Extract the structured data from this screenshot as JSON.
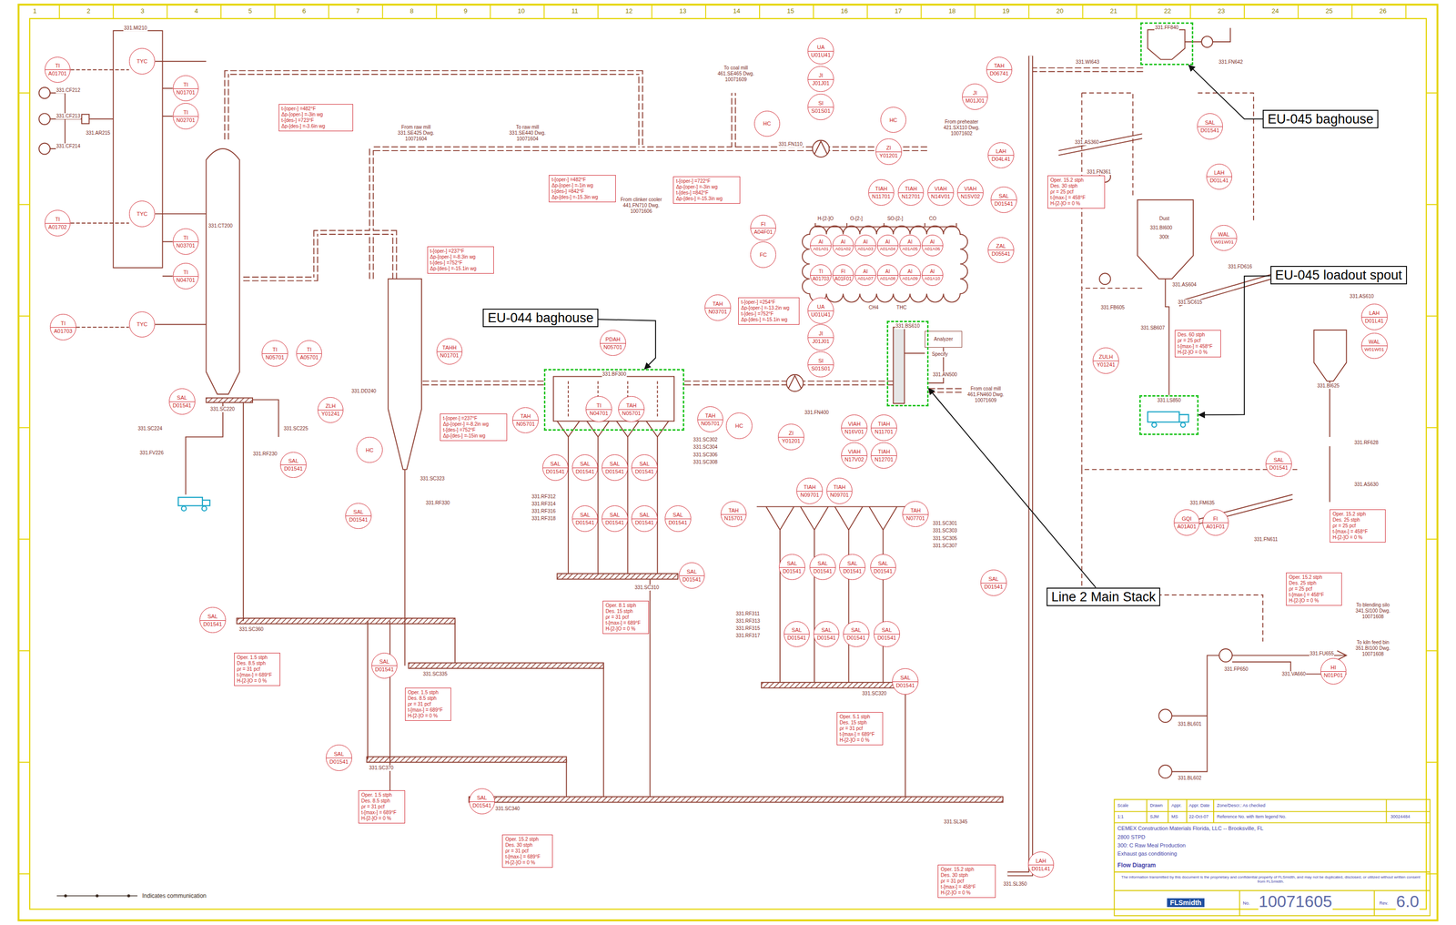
{
  "diagram": {
    "nodes": [
      {
        "text": [
          "TI",
          "A01701"
        ]
      },
      {
        "text": [
          "TYC"
        ]
      },
      {
        "text": [
          "TI",
          "N01701"
        ]
      },
      {
        "text": [
          "TI",
          "N02701"
        ]
      },
      {
        "text": [
          "TYC"
        ]
      },
      {
        "text": [
          "TI",
          "A01702"
        ]
      },
      {
        "text": [
          "TI",
          "N03701"
        ]
      },
      {
        "text": [
          "TI",
          "N04701"
        ]
      },
      {
        "text": [
          "TYC"
        ]
      },
      {
        "text": [
          "TI",
          "A01703"
        ]
      },
      {
        "text": [
          "TI",
          "N05701"
        ]
      },
      {
        "text": [
          "TI",
          "A05701"
        ]
      },
      {
        "text": [
          "SAL",
          "D01541"
        ]
      },
      {
        "text": [
          "ZLH",
          "Y01241"
        ]
      },
      {
        "text": [
          "HC"
        ]
      },
      {
        "text": [
          "SAL",
          "D01541"
        ]
      },
      {
        "text": [
          "SAL",
          "D01541"
        ]
      },
      {
        "text": [
          "t-[oper-] =482°F",
          "Δp-[oper-] =-3in wg",
          "t-[des-] =723°F",
          "Δp-[des-] =-3.6in wg"
        ]
      },
      {
        "text": [
          "t-[oper-] =482°F",
          "Δp-[oper-] =-1in wg",
          "t-[des-] =842°F",
          "Δp-[des-] =-15.3in wg"
        ]
      },
      {
        "text": [
          "t-[oper-] =722°F",
          "Δp-[oper-] =-3in wg",
          "t-[des-] =842°F",
          "Δp-[des-] =-15.3in wg"
        ]
      },
      {
        "text": [
          "t-[oper-] =237°F",
          "Δp-[oper-] =-8.3in wg",
          "t-[des-] =752°F",
          "Δp-[des-] =-15.1in wg"
        ]
      },
      {
        "text": [
          "t-[oper-] =237°F",
          "Δp-[oper-] =-8.2in wg",
          "t-[des-] =752°F",
          "Δp-[des-] =-15in wg"
        ]
      },
      {
        "text": [
          "UA",
          "U01U41"
        ]
      },
      {
        "text": [
          "JI",
          "J01J01"
        ]
      },
      {
        "text": [
          "SI",
          "S01S01"
        ]
      },
      {
        "text": [
          "HC"
        ]
      },
      {
        "text": [
          "HC"
        ]
      },
      {
        "text": [
          "ZI",
          "Y01201"
        ]
      },
      {
        "text": [
          "JI",
          "M01J01"
        ]
      },
      {
        "text": [
          "TAH",
          "D06741"
        ]
      },
      {
        "text": [
          "FI",
          "A04F01"
        ]
      },
      {
        "text": [
          "FC"
        ]
      },
      {
        "text": [
          "TIAH",
          "N11701"
        ]
      },
      {
        "text": [
          "TIAH",
          "N12701"
        ]
      },
      {
        "text": [
          "VIAH",
          "N14V01"
        ]
      },
      {
        "text": [
          "VIAH",
          "N15V02"
        ]
      },
      {
        "text": [
          "LAH",
          "D04L41"
        ]
      },
      {
        "text": [
          "SAL",
          "D01541"
        ]
      },
      {
        "text": [
          "ZAL",
          "D05541"
        ]
      },
      {
        "text": [
          "AI",
          "A01A01"
        ]
      },
      {
        "text": [
          "AI",
          "A01A02"
        ]
      },
      {
        "text": [
          "AI",
          "A01A03"
        ]
      },
      {
        "text": [
          "AI",
          "A01A04"
        ]
      },
      {
        "text": [
          "AI",
          "A01A05"
        ]
      },
      {
        "text": [
          "AI",
          "A01A06"
        ]
      },
      {
        "text": [
          "TI",
          "A01703"
        ]
      },
      {
        "text": [
          "FI",
          "A01F01"
        ]
      },
      {
        "text": [
          "AI",
          "A01A07"
        ]
      },
      {
        "text": [
          "AI",
          "A01A08"
        ]
      },
      {
        "text": [
          "AI",
          "A01A09"
        ]
      },
      {
        "text": [
          "AI",
          "A01A10"
        ]
      },
      {
        "text": [
          "Analyzer"
        ]
      },
      {
        "text": [
          "TAH",
          "N03701"
        ]
      },
      {
        "text": [
          "t-[oper-] =254°F",
          "Δp-[oper-] =-13.2in wg",
          "t-[des-] =752°F",
          "Δp-[des-] =-15.1in wg"
        ]
      },
      {
        "text": [
          "UA",
          "U01U41"
        ]
      },
      {
        "text": [
          "JI",
          "J01J01"
        ]
      },
      {
        "text": [
          "SI",
          "S01S01"
        ]
      },
      {
        "text": [
          "PDAH",
          "N05701"
        ]
      },
      {
        "text": [
          "331.BF300"
        ]
      },
      {
        "text": [
          "TI",
          "N04701"
        ],
        "in": 58
      },
      {
        "text": [
          "TAH",
          "N05701"
        ],
        "in": 58
      },
      {
        "text": [
          "TAH",
          "N05701"
        ]
      },
      {
        "text": [
          "TAH",
          "N05701"
        ]
      },
      {
        "text": [
          "HC"
        ]
      },
      {
        "text": [
          "ZI",
          "Y01201"
        ]
      },
      {
        "text": [
          "VIAH",
          "N16V01"
        ]
      },
      {
        "text": [
          "TIAH",
          "N11701"
        ]
      },
      {
        "text": [
          "VIAH",
          "N17V02"
        ]
      },
      {
        "text": [
          "TIAH",
          "N12701"
        ]
      },
      {
        "text": [
          "331.BS610"
        ]
      },
      {
        "text": [
          "EU-044 baghouse"
        ]
      },
      {
        "text": [
          "Line 2 Main Stack"
        ]
      },
      {
        "text": [
          "SAL",
          "D01541"
        ]
      },
      {
        "text": [
          "SAL",
          "D01541"
        ]
      },
      {
        "text": [
          "SAL",
          "D01541"
        ]
      },
      {
        "text": [
          "SAL",
          "D01541"
        ]
      },
      {
        "text": [
          "SAL",
          "D01541"
        ]
      },
      {
        "text": [
          "SAL",
          "D01541"
        ]
      },
      {
        "text": [
          "SAL",
          "D01541"
        ]
      },
      {
        "text": [
          "SAL",
          "D01541"
        ]
      },
      {
        "text": [
          "SAL",
          "D01541"
        ]
      },
      {
        "text": [
          "Oper. 8.1 stph",
          "Des. 15 stph",
          "ρr = 31 pcf",
          "t-[max-] = 689°F",
          "H-[2-]O = 0 %"
        ]
      },
      {
        "text": [
          "TAH",
          "N15701"
        ]
      },
      {
        "text": [
          "TIAH",
          "N09701"
        ]
      },
      {
        "text": [
          "TIAH",
          "N09701"
        ]
      },
      {
        "text": [
          "TAH",
          "N07701"
        ]
      },
      {
        "text": [
          "SAL",
          "D01541"
        ]
      },
      {
        "text": [
          "SAL",
          "D01541"
        ]
      },
      {
        "text": [
          "SAL",
          "D01541"
        ]
      },
      {
        "text": [
          "SAL",
          "D01541"
        ]
      },
      {
        "text": [
          "SAL",
          "D01541"
        ]
      },
      {
        "text": [
          "SAL",
          "D01541"
        ]
      },
      {
        "text": [
          "SAL",
          "D01541"
        ]
      },
      {
        "text": [
          "SAL",
          "D01541"
        ]
      },
      {
        "text": [
          "SAL",
          "D01541"
        ]
      },
      {
        "text": [
          "Oper. 5.1 stph",
          "Des. 15 stph",
          "ρr = 31 pcf",
          "t-[max-] = 689°F",
          "H-[2-]O = 0 %"
        ]
      },
      {
        "text": [
          "SAL",
          "D01541"
        ]
      },
      {
        "text": [
          "Oper. 1.5 stph",
          "Des. 8.5 stph",
          "ρr = 31 pcf",
          "t-[max-] = 689°F",
          "H-[2-]O = 0 %"
        ]
      },
      {
        "text": [
          "SAL",
          "D01541"
        ]
      },
      {
        "text": [
          "Oper. 1.5 stph",
          "Des. 8.5 stph",
          "ρr = 31 pcf",
          "t-[max-] = 689°F",
          "H-[2-]O = 0 %"
        ]
      },
      {
        "text": [
          "SAL",
          "D01541"
        ]
      },
      {
        "text": [
          "Oper. 1.5 stph",
          "Des. 8.5 stph",
          "ρr = 31 pcf",
          "t-[max-] = 689°F",
          "H-[2-]O = 0 %"
        ]
      },
      {
        "text": [
          "SAL",
          "D01541"
        ]
      },
      {
        "text": [
          "Oper. 15.2 stph",
          "Des. 30 stph",
          "ρr = 31 pcf",
          "t-[max-] = 689°F",
          "H-[2-]O = 0 %"
        ]
      },
      {
        "text": [
          "SAL",
          "D01541"
        ]
      },
      {
        "text": [
          "Oper. 15.2 stph",
          "Des. 30 stph",
          "ρr = 31 pcf",
          "t-[max-] = 458°F",
          "H-[2-]O = 0 %"
        ]
      },
      {
        "text": [
          "LAH",
          "D01L41"
        ]
      },
      {
        "text": [
          "331.FF840"
        ]
      },
      {
        "text": [
          "EU-045 baghouse"
        ]
      },
      {
        "text": [
          "SAL",
          "D01541"
        ]
      },
      {
        "text": [
          "Oper. 15.2 stph",
          "Des. 30 stph",
          "ρr = 25 pcf",
          "t-[max-] = 458°F",
          "H-[2-]O = 0 %"
        ]
      },
      {
        "text": [
          "LAH",
          "D01L41"
        ]
      },
      {
        "text": [
          "WAL",
          "W01W01"
        ]
      },
      {
        "text": [
          "EU-045 loadout spout"
        ]
      },
      {
        "text": [
          "LAH",
          "D01L41"
        ]
      },
      {
        "text": [
          "WAL",
          "W01W01"
        ]
      },
      {
        "text": [
          "Des. 60 stph",
          "ρr = 25 pcf",
          "t-[max-] = 458°F",
          "H-[2-]O = 0 %"
        ]
      },
      {
        "text": [
          "ZULH",
          "Y01241"
        ]
      },
      {
        "text": [
          "331.LS850"
        ]
      },
      {
        "text": [
          "SAL",
          "D01541"
        ]
      },
      {
        "text": [
          "GQI",
          "A01A01"
        ]
      },
      {
        "text": [
          "FI",
          "A01F01"
        ]
      },
      {
        "text": [
          "Oper. 15.2 stph",
          "Des. 25 stph",
          "ρr = 25 pcf",
          "t-[max-] = 458°F",
          "H-[2-]O = 0 %"
        ]
      },
      {
        "text": [
          "Oper. 15.2 stph",
          "Des. 25 stph",
          "ρr = 25 pcf",
          "t-[max-] = 458°F",
          "H-[2-]O = 0 %"
        ]
      },
      {
        "text": [
          "HI",
          "N01P01"
        ]
      },
      {
        "text": [
          "TAHH",
          "N01701"
        ]
      }
    ],
    "edges": [
      {
        "from": 70,
        "to": 58,
        "arrow": "to"
      },
      {
        "from": 71,
        "to": 69,
        "arrow": "to"
      },
      {
        "from": 108,
        "to": 107,
        "arrow": "to"
      },
      {
        "from": 113,
        "to": 118,
        "arrow": "to"
      }
    ],
    "labels": [
      "1",
      "2",
      "3",
      "4",
      "5",
      "6",
      "7",
      "8",
      "9",
      "10",
      "11",
      "12",
      "13",
      "14",
      "15",
      "16",
      "17",
      "18",
      "19",
      "20",
      "21",
      "22",
      "23",
      "24",
      "25",
      "26",
      "331.MI210",
      "331.CF212",
      "331.CF213",
      "331.CF214",
      "331.AR215",
      "331.CT200",
      "331.SC220",
      "331.SC224",
      "331.SC225",
      "331.FV226",
      "331.RF230",
      "331.DD240",
      "331.SC323",
      "331.RF330",
      "From raw mill 331.SE425 Dwg. 10071604",
      "To raw mill 331.SE440 Dwg. 10071604",
      "To coal mill 461.SE465 Dwg. 10071609",
      "From clinker cooler 441.FN710 Dwg. 10071606",
      "From preheater 421.SX110 Dwg. 10071602",
      "331.FN110",
      "331.SC302",
      "331.SC304",
      "331.SC306",
      "331.SC308",
      "331.RF312",
      "331.RF314",
      "331.RF316",
      "331.RF318",
      "331.SC310",
      "331.FN400",
      "From coal mill 461.FN460 Dwg. 10071609",
      "Specify",
      "331.AN500",
      "331.SC301",
      "331.SC303",
      "331.SC305",
      "331.SC307",
      "331.RF311",
      "331.RF313",
      "331.RF315",
      "331.RF317",
      "331.SC320",
      "331.SC360",
      "331.SC335",
      "331.SC370",
      "331.SC340",
      "331.SL345",
      "331.SL350",
      "331.WI643",
      "331.AS360",
      "331.FN361",
      "331.FN642",
      "Dust",
      "331.BI600",
      "300t",
      "331.AS604",
      "331.FB605",
      "331.SB607",
      "331.SC615",
      "331.FD616",
      "331.AS610",
      "331.BI625",
      "331.RF628",
      "331.AS630",
      "331.FM635",
      "331.FN611",
      "331.FP650",
      "331.FU655",
      "331.VA660",
      "To blending silo 341.SI100 Dwg. 10071608",
      "To kiln feed bin 351.BI100 Dwg. 10071608",
      "331.BL601",
      "331.BL602",
      "H-[2-]O",
      "O-[2-]",
      "SO-[2-]",
      "CO",
      "CH4",
      "THC",
      "Scale",
      "Drawn",
      "Appr.",
      "Appr. Date",
      "Zone/Descr.: As checked",
      "1:1",
      "SJM",
      "MS",
      "22-Oct-07",
      "Reference No. with Item legend No.",
      "30024484",
      "CEMEX Construction Materials Florida, LLC -- Brooksville, FL",
      "2800 STPD",
      "300: C Raw Meal Production",
      "Exhaust gas conditioning",
      "Flow Diagram",
      "The information transmitted by this document is the proprietary and confidential property of FLSmidth, and may not be duplicated, disclosed, or utilized without written consent from FLSmidth.",
      "FLSmidth",
      "No.",
      "10071605",
      "Rev.",
      "6.0"
    ],
    "legend": [
      {
        "text": "Indicates communication"
      }
    ]
  }
}
